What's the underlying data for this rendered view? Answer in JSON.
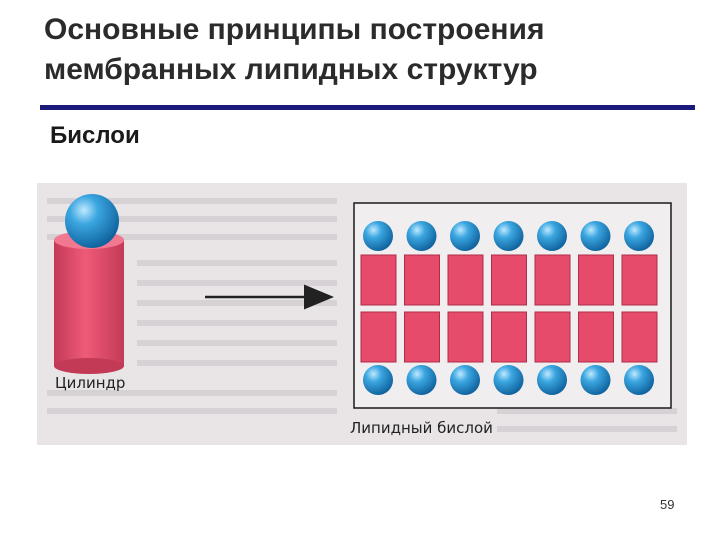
{
  "slide": {
    "title": "Основные принципы построения мембранных липидных структур",
    "subtitle": "Бислои",
    "page_number": "59"
  },
  "figure": {
    "cylinder_label": "Цилиндр",
    "bilayer_label": "Липидный бислой",
    "colors": {
      "head": "#1f87c8",
      "head_highlight": "#8fd3f5",
      "tail": "#e64b6b",
      "tail_edge": "#b02d48",
      "background": "#e9e5e7",
      "rule": "#1a1a7a"
    },
    "bilayer": {
      "heads_per_row": 7,
      "tails_per_row": 7,
      "leaflets": 2
    }
  }
}
